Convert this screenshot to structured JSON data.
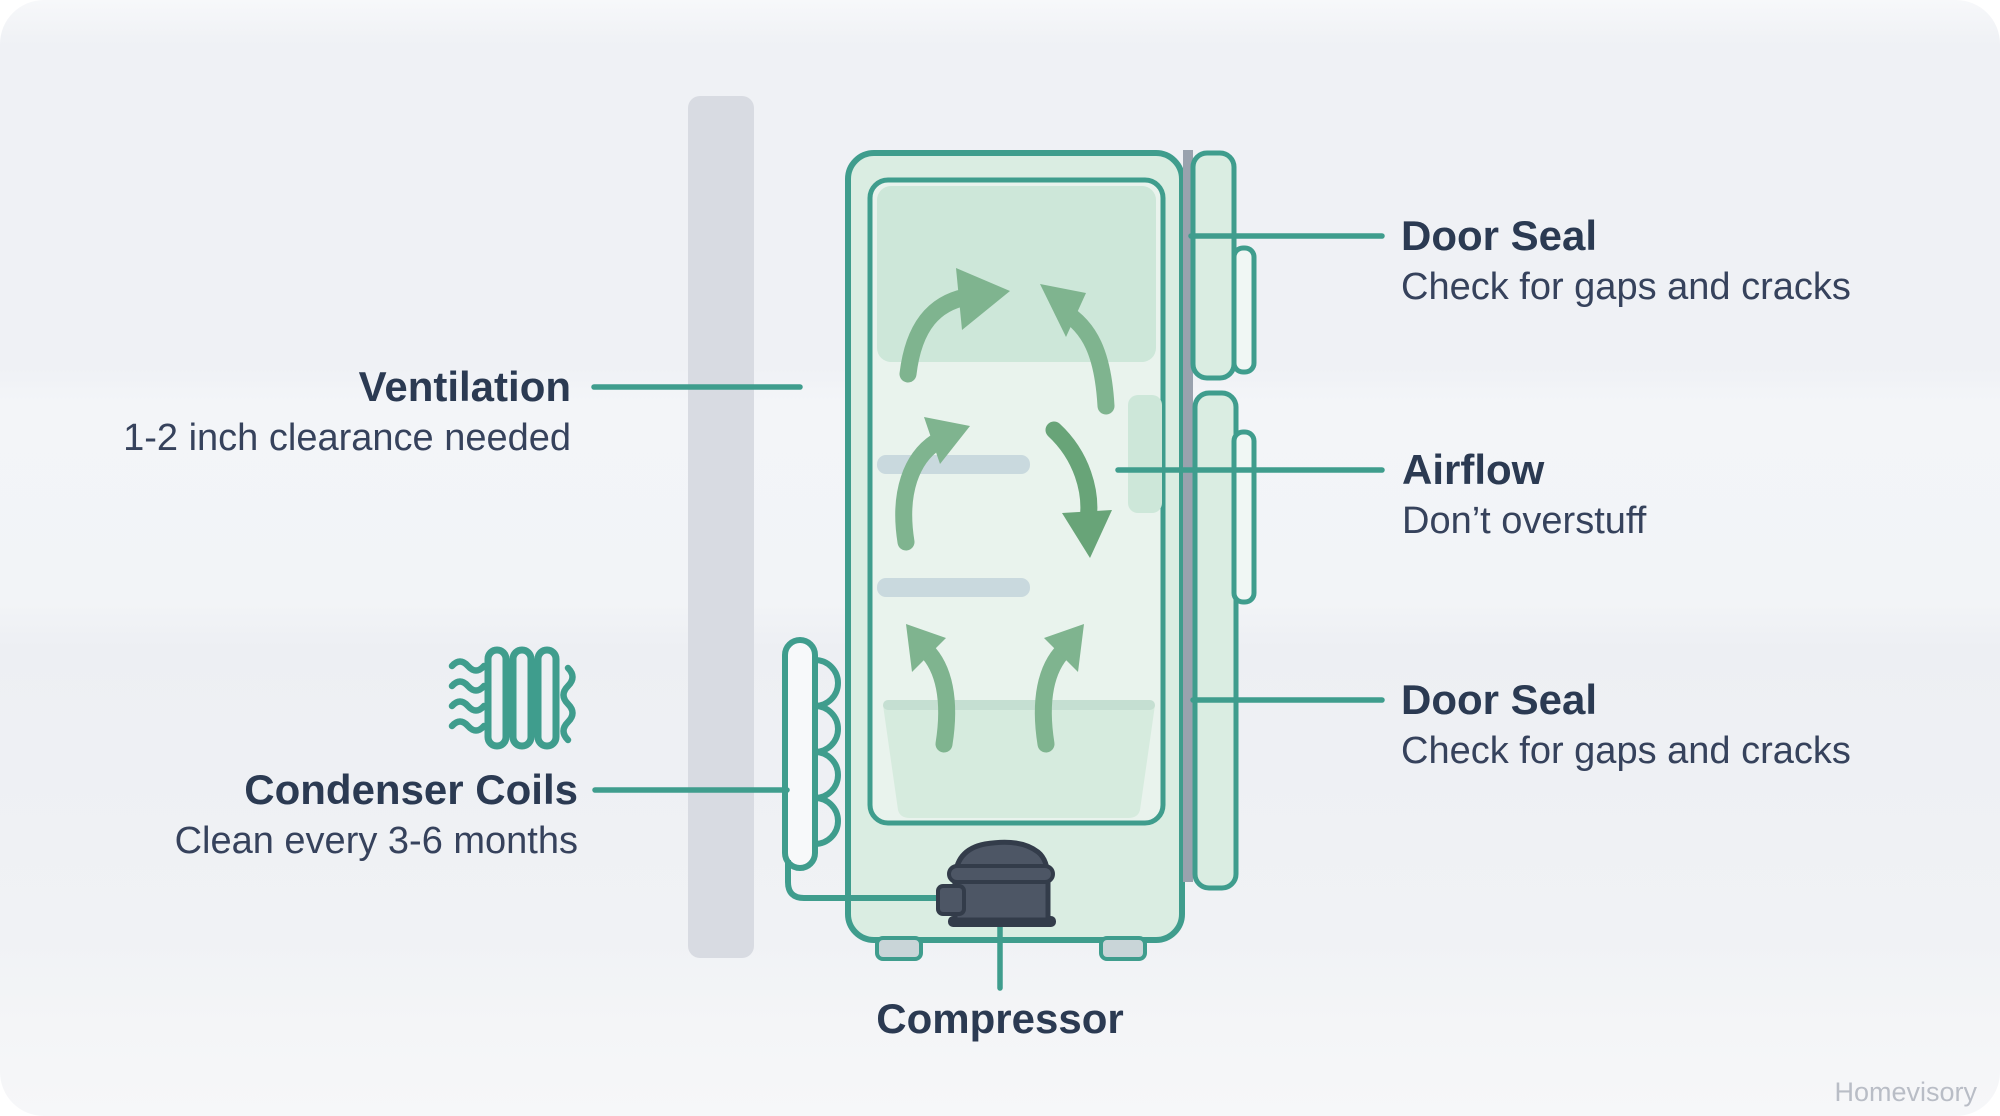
{
  "title_hint": "Refrigerator maintenance infographic",
  "labels": {
    "ventilation": {
      "title": "Ventilation",
      "subtitle": "1-2 inch clearance needed"
    },
    "condenser_coils": {
      "title": "Condenser Coils",
      "subtitle": "Clean every 3-6 months"
    },
    "compressor": {
      "title": "Compressor"
    },
    "door_seal_top": {
      "title": "Door Seal",
      "subtitle": "Check for gaps and cracks"
    },
    "airflow": {
      "title": "Airflow",
      "subtitle": "Don’t overstuff"
    },
    "door_seal_bottom": {
      "title": "Door Seal",
      "subtitle": "Check for gaps and cracks"
    }
  },
  "watermark": "Homevisory",
  "icons": {
    "condenser_coils_icon": "heat-waves-and-coil-tubes",
    "airflow_arrows": "curved-circulation-arrows",
    "compressor_icon": "compressor-unit",
    "coil_loop_icon": "serpentine-condenser-tube"
  },
  "colors": {
    "teal": "#3f9d8d",
    "arrow": "#7fb48f",
    "arrow_dark": "#68a478",
    "mint_body": "#daede2",
    "mint_inner": "#e9f3ed",
    "mint_top": "#cde7d9",
    "mint_drawer": "#d6ebde",
    "drawer_lip": "#c5dfd2",
    "shelf": "#c9d9de",
    "wall": "#d8dbe2",
    "seal": "#99a2ae",
    "handle": "#f0f7f4",
    "foot": "#c9d5d8",
    "loop_fill": "#f7f9fa",
    "comp": "#4d5665",
    "comp_dark": "#333c4a",
    "navy": "#2b3a52",
    "sub": "#36425c",
    "mark": "#b9bdc6"
  }
}
